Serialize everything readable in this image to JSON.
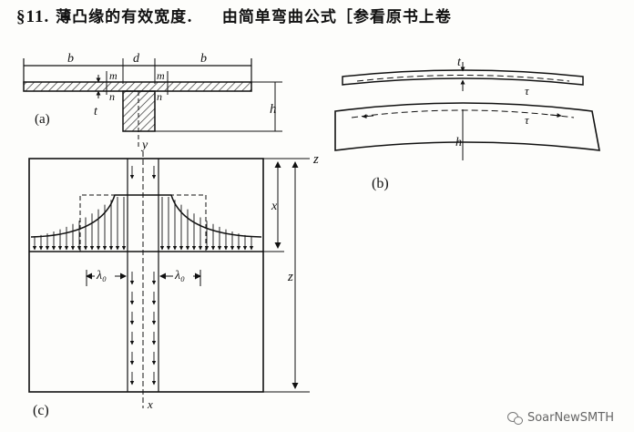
{
  "heading": {
    "section": "§11.",
    "title": "薄凸缘的有效宽度.",
    "continuation": "由简单弯曲公式［参看原书上卷"
  },
  "figure": {
    "panel_a": {
      "caption": "(a)",
      "labels": {
        "b_left": "b",
        "d": "d",
        "b_right": "b",
        "m_left": "m",
        "m_right": "m",
        "n_left": "n",
        "n_right": "n",
        "t": "t",
        "h": "h",
        "y": "y"
      }
    },
    "panel_b": {
      "caption": "(b)",
      "labels": {
        "t": "t",
        "tau_top": "τ",
        "tau_bottom": "τ",
        "h": "h"
      }
    },
    "panel_c": {
      "caption": "(c)",
      "labels": {
        "z_top": "z",
        "x_dim": "x",
        "z_dim": "z",
        "lambda_left": "λ₀",
        "lambda_right": "λ₀",
        "x_axis": "x"
      }
    }
  },
  "watermark": {
    "text": "SoarNewSMTH",
    "icon": "wechat-icon"
  }
}
